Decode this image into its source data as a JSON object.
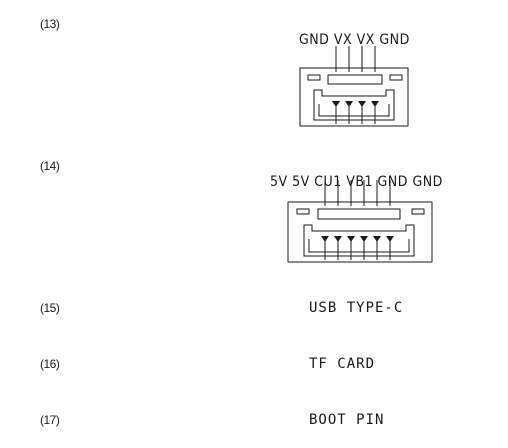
{
  "items": [
    {
      "number": "(13)",
      "pins": [
        "GND",
        "VX",
        "VX",
        "GND"
      ]
    },
    {
      "number": "(14)",
      "pins": [
        "5V",
        "5V",
        "CU1",
        "VB1",
        "GND",
        "GND"
      ]
    },
    {
      "number": "(15)",
      "label": "USB TYPE-C"
    },
    {
      "number": "(16)",
      "label": "TF CARD"
    },
    {
      "number": "(17)",
      "label": "BOOT PIN"
    }
  ],
  "colors": {
    "ink": "#1a1a1a",
    "background": "#ffffff"
  }
}
